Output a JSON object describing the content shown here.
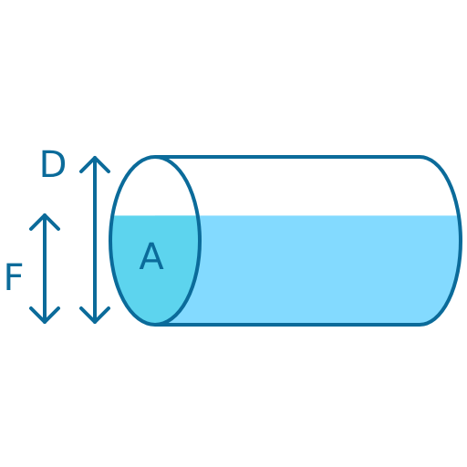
{
  "labels": {
    "diameter": "D",
    "fill_height": "F",
    "area": "A"
  },
  "liquid": {
    "fill_fraction": 0.65
  },
  "colors": {
    "outline": "#0b6b9a",
    "liquid": "#83daff",
    "liquid_end_face": "#5dd4ee",
    "background": "#ffffff"
  }
}
